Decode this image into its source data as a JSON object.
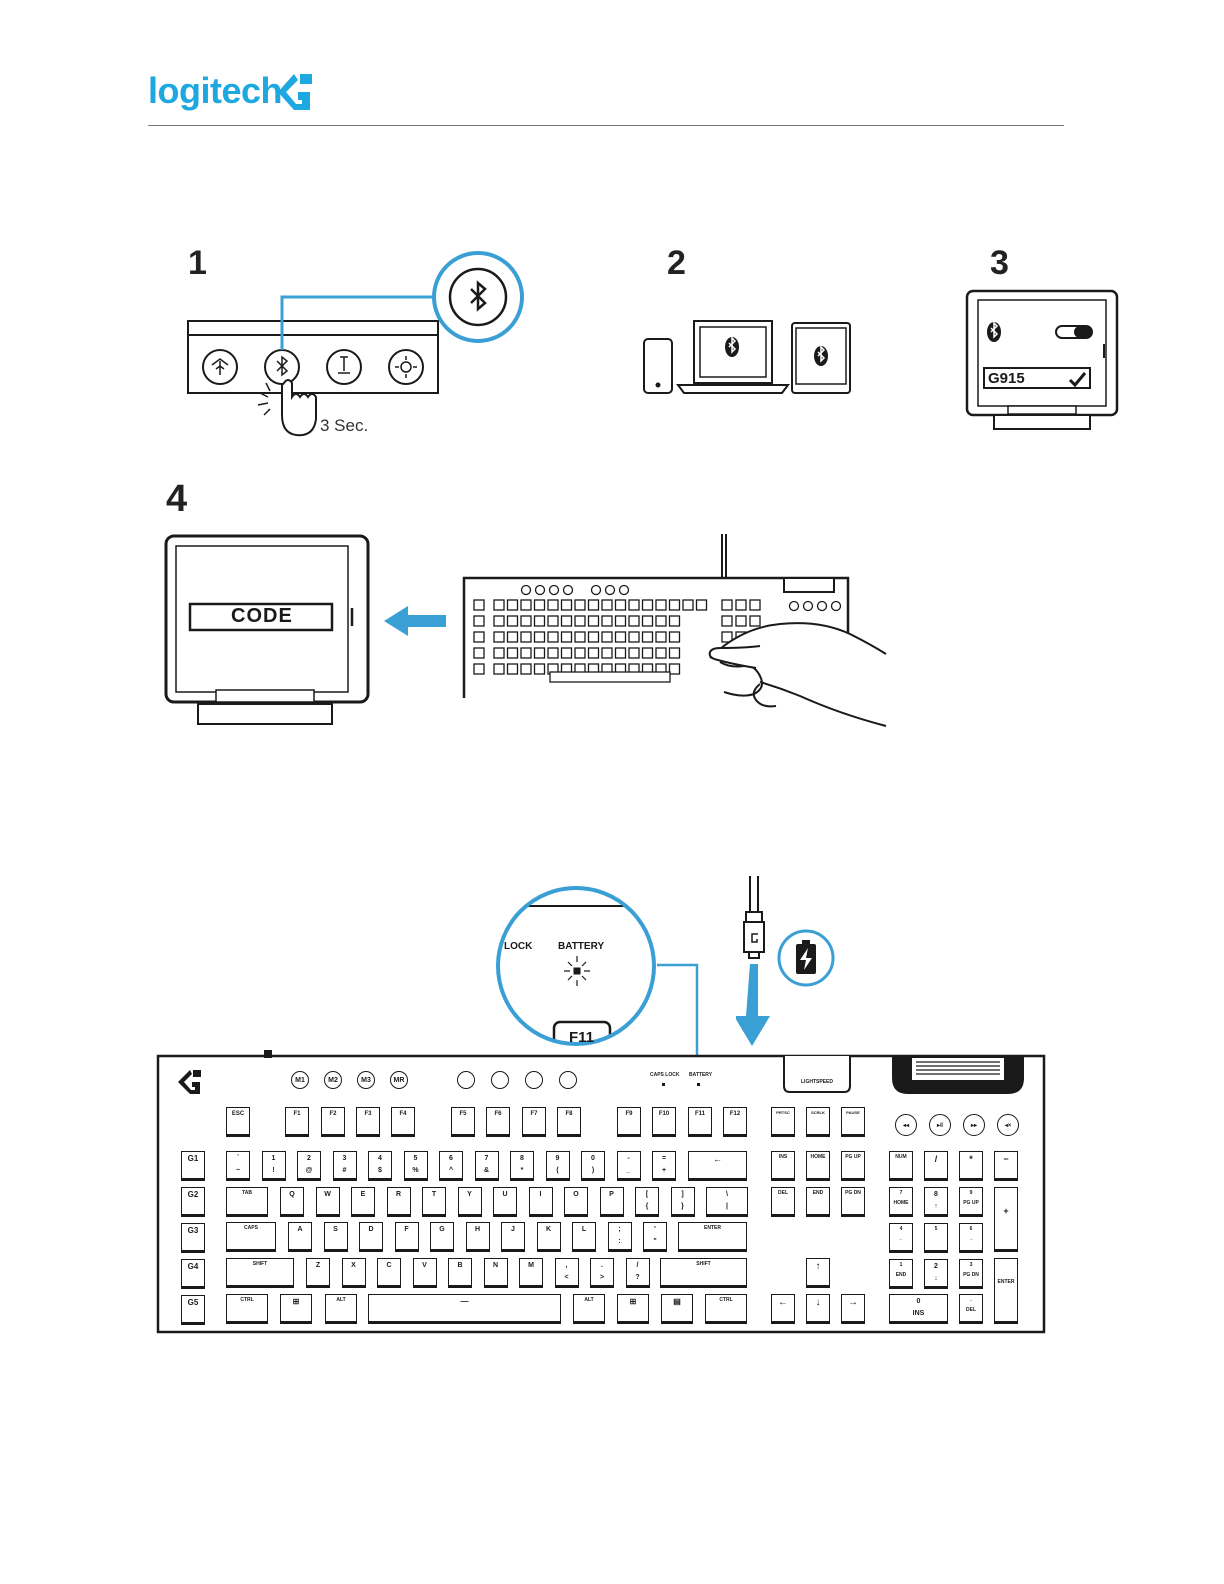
{
  "header": {
    "brand": "logitech",
    "brand_color": "#1da8e0",
    "g_logo_icon": "logitech-g-icon"
  },
  "steps": [
    {
      "number": "1",
      "hold_label": "3 Sec."
    },
    {
      "number": "2"
    },
    {
      "number": "3",
      "device_name": "G915"
    },
    {
      "number": "4",
      "code_label": "CODE"
    }
  ],
  "charging": {
    "zoom_labels": {
      "caps": "LOCK",
      "battery": "BATTERY",
      "key": "F11"
    },
    "indicator_labels": {
      "caps": "CAPS LOCK",
      "battery": "BATTERY"
    },
    "lightspeed": "LIGHTSPEED",
    "macro_keys": [
      "M1",
      "M2",
      "M3",
      "MR"
    ],
    "gkeys": [
      "G1",
      "G2",
      "G3",
      "G4",
      "G5"
    ],
    "fkeys": [
      "ESC",
      "F1",
      "F2",
      "F3",
      "F4",
      "F5",
      "F6",
      "F7",
      "F8",
      "F9",
      "F10",
      "F11",
      "F12"
    ],
    "nav_top": [
      "PRTSC",
      "SCRLK",
      "PAUSE"
    ],
    "nav_mid1": [
      "INS",
      "HOME",
      "PG UP"
    ],
    "nav_mid2": [
      "DEL",
      "END",
      "PG DN"
    ],
    "numrow": [
      [
        "`",
        "~"
      ],
      [
        "1",
        "!"
      ],
      [
        "2",
        "@"
      ],
      [
        "3",
        "#"
      ],
      [
        "4",
        "$"
      ],
      [
        "5",
        "%"
      ],
      [
        "6",
        "^"
      ],
      [
        "7",
        "&"
      ],
      [
        "8",
        "*"
      ],
      [
        "9",
        "("
      ],
      [
        "0",
        ")"
      ],
      [
        "-",
        "_"
      ],
      [
        "=",
        "+"
      ]
    ],
    "backspace": "←",
    "tab": "TAB",
    "qrow": [
      "Q",
      "W",
      "E",
      "R",
      "T",
      "Y",
      "U",
      "I",
      "O",
      "P",
      "[ {",
      "] }",
      "\\ |"
    ],
    "caps": "CAPS",
    "arow": [
      "A",
      "S",
      "D",
      "F",
      "G",
      "H",
      "J",
      "K",
      "L",
      "; :",
      "' \""
    ],
    "enter": "ENTER",
    "shift": "SHIFT",
    "zrow": [
      "Z",
      "X",
      "C",
      "V",
      "B",
      "N",
      "M",
      ", <",
      ". >",
      "/ ?"
    ],
    "ctrl": "CTRL",
    "alt": "ALT",
    "numpad": {
      "row0": [
        "NUM",
        "/",
        "*",
        "−"
      ],
      "r1": [
        [
          "7",
          "HOME"
        ],
        [
          "8",
          "↑"
        ],
        [
          "9",
          "PG UP"
        ]
      ],
      "r2": [
        [
          "4",
          "←"
        ],
        [
          "5",
          ""
        ],
        [
          "6",
          "→"
        ]
      ],
      "r3": [
        [
          "1",
          "END"
        ],
        [
          "2",
          "↓"
        ],
        [
          "3",
          "PG DN"
        ]
      ],
      "zero": [
        "0",
        "INS"
      ],
      "dot": [
        ".",
        "DEL"
      ],
      "plus": "+",
      "enter": "ENTER"
    },
    "arrows": {
      "up": "↑",
      "left": "←",
      "down": "↓",
      "right": "→"
    }
  },
  "colors": {
    "accent": "#3a9fd5",
    "line": "#1a1a1a",
    "key_fill": "#ffffff"
  }
}
